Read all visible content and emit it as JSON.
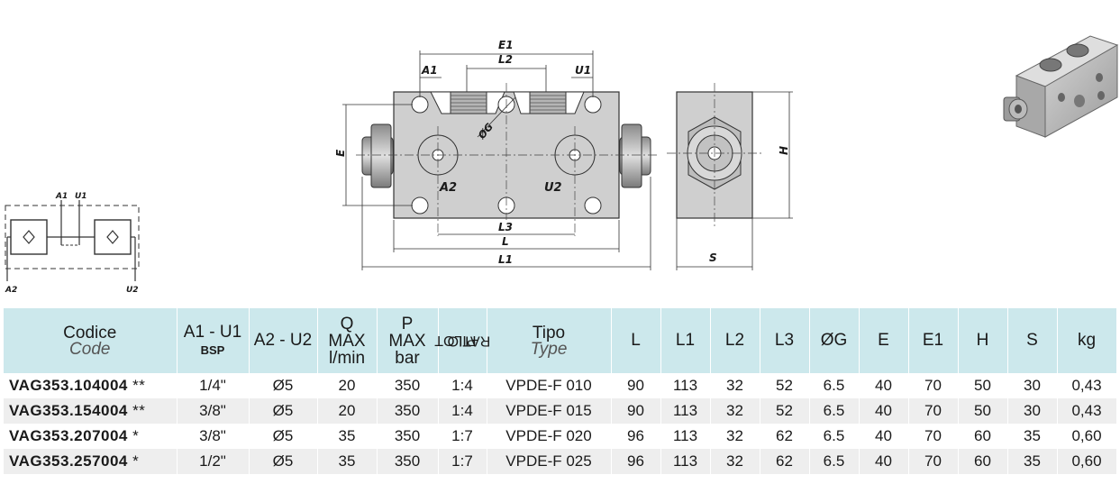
{
  "drawing": {
    "dims": {
      "E1": "E1",
      "L2": "L2",
      "A1": "A1",
      "U1": "U1",
      "E": "E",
      "G": "ØG",
      "A2": "A2",
      "U2": "U2",
      "L3": "L3",
      "L": "L",
      "L1": "L1",
      "H": "H",
      "S": "S"
    },
    "schematic": {
      "A1": "A1",
      "U1": "U1",
      "A2": "A2",
      "U2": "U2"
    }
  },
  "table": {
    "headers": {
      "code": "Codice",
      "code_en": "Code",
      "ports_a1u1": "A1 - U1",
      "ports_bsp": "BSP",
      "ports_a2u2": "A2 - U2",
      "q1": "Q",
      "q2": "MAX",
      "q3": "l/min",
      "p1": "P",
      "p2": "MAX",
      "p3": "bar",
      "pilot1": "PILOT",
      "pilot2": "RATIO",
      "type": "Tipo",
      "type_en": "Type",
      "L": "L",
      "L1": "L1",
      "L2": "L2",
      "L3": "L3",
      "G": "ØG",
      "E": "E",
      "E1": "E1",
      "H": "H",
      "S": "S",
      "kg": "kg"
    },
    "rows": [
      {
        "code": "VAG353.104004",
        "mark": "**",
        "a1u1": "1/4\"",
        "a2u2": "Ø5",
        "q": "20",
        "p": "350",
        "ratio": "1:4",
        "type": "VPDE-F 010",
        "L": "90",
        "L1": "113",
        "L2": "32",
        "L3": "52",
        "G": "6.5",
        "E": "40",
        "E1": "70",
        "H": "50",
        "S": "30",
        "kg": "0,43"
      },
      {
        "code": "VAG353.154004",
        "mark": "**",
        "a1u1": "3/8\"",
        "a2u2": "Ø5",
        "q": "20",
        "p": "350",
        "ratio": "1:4",
        "type": "VPDE-F 015",
        "L": "90",
        "L1": "113",
        "L2": "32",
        "L3": "52",
        "G": "6.5",
        "E": "40",
        "E1": "70",
        "H": "50",
        "S": "30",
        "kg": "0,43"
      },
      {
        "code": "VAG353.207004",
        "mark": "*",
        "a1u1": "3/8\"",
        "a2u2": "Ø5",
        "q": "35",
        "p": "350",
        "ratio": "1:7",
        "type": "VPDE-F 020",
        "L": "96",
        "L1": "113",
        "L2": "32",
        "L3": "62",
        "G": "6.5",
        "E": "40",
        "E1": "70",
        "H": "60",
        "S": "35",
        "kg": "0,60"
      },
      {
        "code": "VAG353.257004",
        "mark": "*",
        "a1u1": "1/2\"",
        "a2u2": "Ø5",
        "q": "35",
        "p": "350",
        "ratio": "1:7",
        "type": "VPDE-F 025",
        "L": "96",
        "L1": "113",
        "L2": "32",
        "L3": "62",
        "G": "6.5",
        "E": "40",
        "E1": "70",
        "H": "60",
        "S": "35",
        "kg": "0,60"
      }
    ]
  }
}
